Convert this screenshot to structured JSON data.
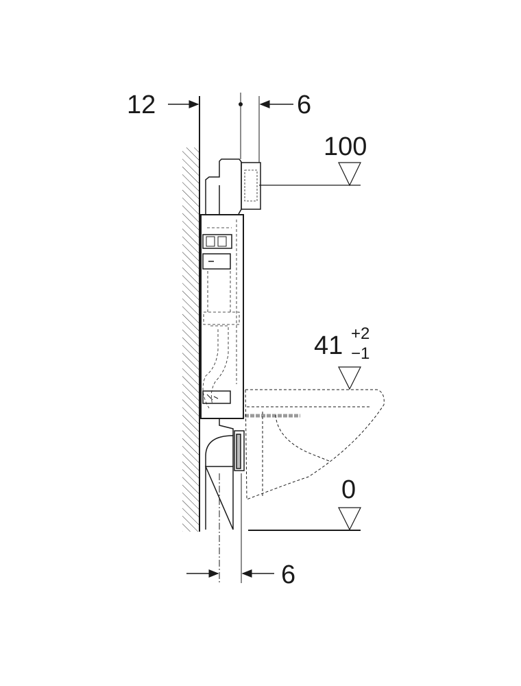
{
  "dimensions": {
    "top_left_offset": "12",
    "top_right_offset": "6",
    "bottom_offset": "6"
  },
  "levels": {
    "top": "100",
    "seat": "41",
    "seat_tol_plus": "+2",
    "seat_tol_minus": "−1",
    "floor": "0"
  },
  "colors": {
    "line": "#1a1a1a",
    "bolt": "#9a9a9a"
  }
}
